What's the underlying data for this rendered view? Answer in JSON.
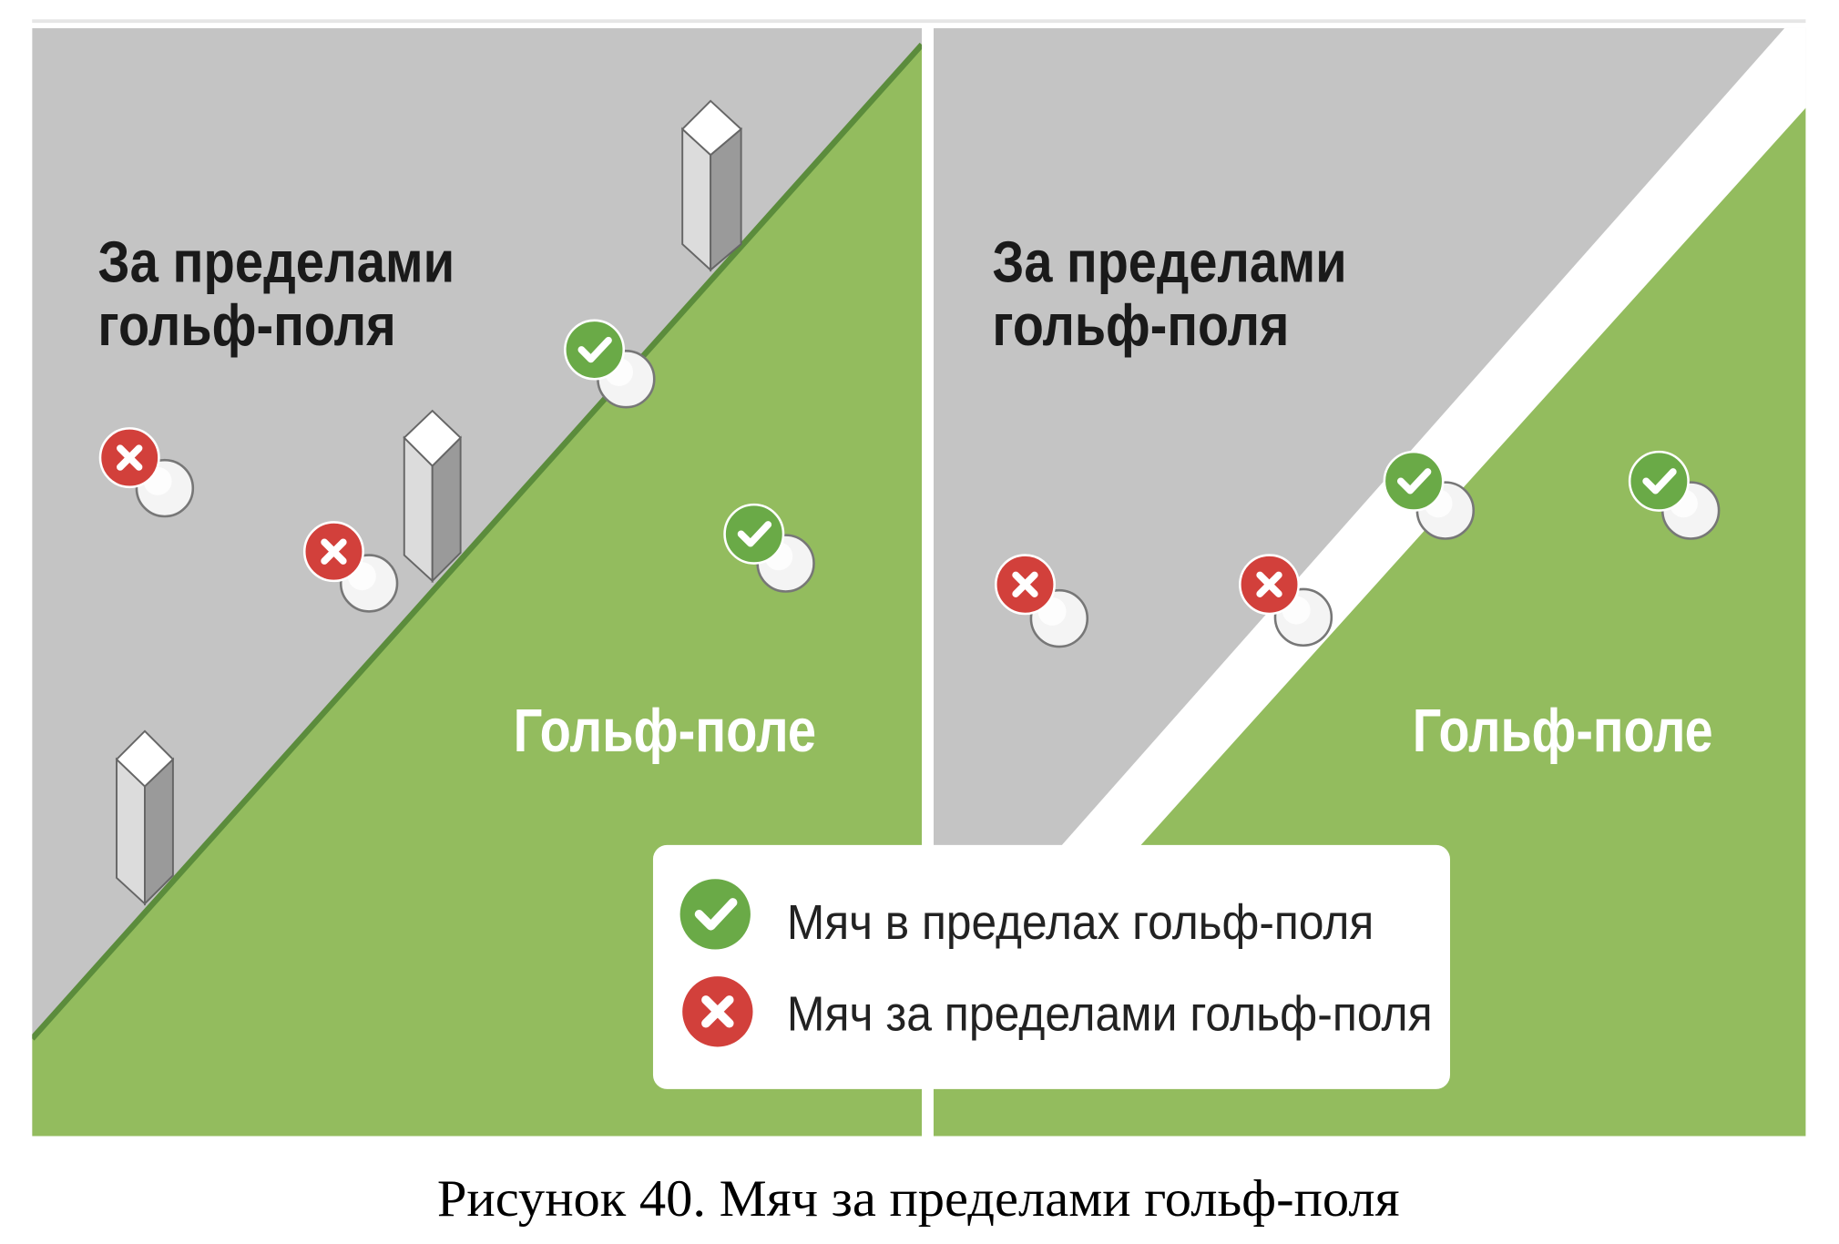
{
  "left_panel": {
    "outside_line1": "За пределами",
    "outside_line2": "гольф-поля",
    "course_label": "Гольф-поле"
  },
  "right_panel": {
    "outside_line1": "За пределами",
    "outside_line2": "гольф-поля",
    "course_label": "Гольф-поле"
  },
  "legend": {
    "in_label": "Мяч в пределах гольф-поля",
    "out_label": "Мяч за пределами гольф-поля"
  },
  "caption": "Рисунок 40. Мяч за пределами гольф-поля",
  "colors": {
    "out_of_bounds": "#c4c4c4",
    "course": "#93bc5e",
    "boundary_line": "#5b8c3c",
    "ok": "#6aaa47",
    "bad": "#d2403b"
  }
}
